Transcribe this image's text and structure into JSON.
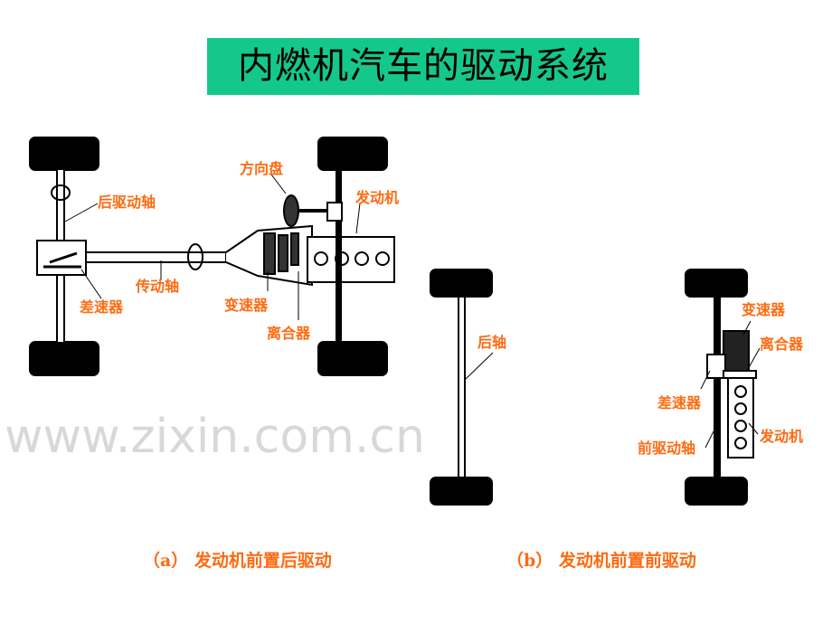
{
  "title": "内燃机汽车的驱动系统",
  "watermark": "www.zixin.com.cn",
  "diagram_a": {
    "labels": {
      "steering_wheel": "方向盘",
      "engine": "发动机",
      "rear_drive_axle": "后驱动轴",
      "drive_shaft": "传动轴",
      "differential": "差速器",
      "transmission": "变速器",
      "clutch": "离合器"
    }
  },
  "diagram_b": {
    "labels": {
      "rear_axle": "后轴"
    }
  },
  "diagram_c": {
    "labels": {
      "transmission": "变速器",
      "clutch": "离合器",
      "differential": "差速器",
      "engine": "发动机",
      "front_drive_axle": "前驱动轴"
    }
  },
  "captions": {
    "a": "（a） 发动机前置后驱动",
    "b": "（b） 发动机前置前驱动"
  },
  "colors": {
    "title_bg": "#14c88c",
    "label": "#ff6a10"
  }
}
